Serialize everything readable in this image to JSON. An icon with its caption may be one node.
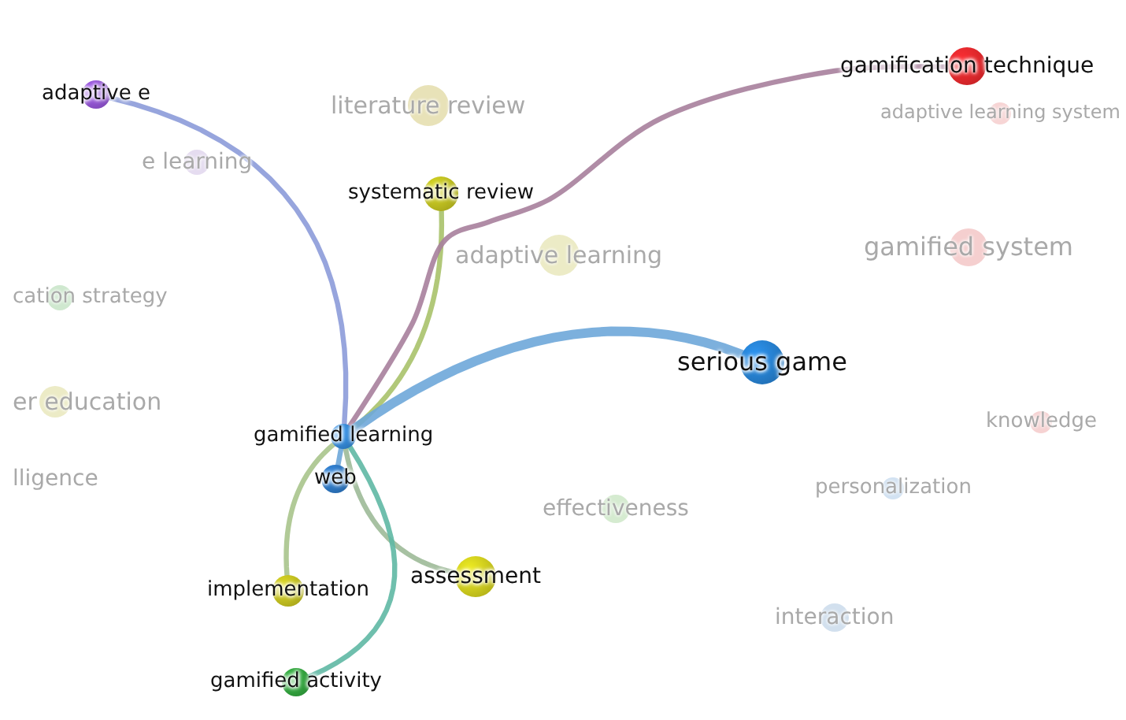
{
  "diagram": {
    "nodes": [
      {
        "text": [
          "adaptive e"
        ]
      },
      {
        "text": [
          "gamification technique"
        ]
      },
      {
        "text": [
          "literature review"
        ]
      },
      {
        "text": [
          "e learning"
        ]
      },
      {
        "text": [
          "systematic review"
        ]
      },
      {
        "text": [
          "adaptive learning"
        ]
      },
      {
        "text": [
          "gamified system"
        ]
      },
      {
        "text": [
          "adaptive learning system"
        ]
      },
      {
        "text": [
          "cation strategy"
        ]
      },
      {
        "text": [
          "er education"
        ]
      },
      {
        "text": [
          "lligence"
        ]
      },
      {
        "text": [
          "serious game"
        ]
      },
      {
        "text": [
          "gamified learning"
        ]
      },
      {
        "text": [
          "web"
        ]
      },
      {
        "text": [
          "knowledge"
        ]
      },
      {
        "text": [
          "personalization"
        ]
      },
      {
        "text": [
          "effectiveness"
        ]
      },
      {
        "text": [
          "assessment"
        ]
      },
      {
        "text": [
          "implementation"
        ]
      },
      {
        "text": [
          "interaction"
        ]
      },
      {
        "text": [
          "gamified activity"
        ]
      }
    ],
    "edges": [
      {
        "from": 12,
        "to": 0,
        "arrow": "none",
        "color": "#8c9bd9"
      },
      {
        "from": 12,
        "to": 4,
        "arrow": "none",
        "color": "#a9c26a"
      },
      {
        "from": 12,
        "to": 1,
        "arrow": "none",
        "color": "#a77f9c"
      },
      {
        "from": 12,
        "to": 11,
        "arrow": "none",
        "style": "thick"
      },
      {
        "from": 12,
        "to": 13,
        "arrow": "none"
      },
      {
        "from": 12,
        "to": 18,
        "arrow": "none",
        "color": "#a9c48c"
      },
      {
        "from": 12,
        "to": 17,
        "arrow": "none",
        "color": "#9dba98"
      },
      {
        "from": 12,
        "to": 20,
        "arrow": "none",
        "color": "#5fb8a4"
      }
    ]
  }
}
